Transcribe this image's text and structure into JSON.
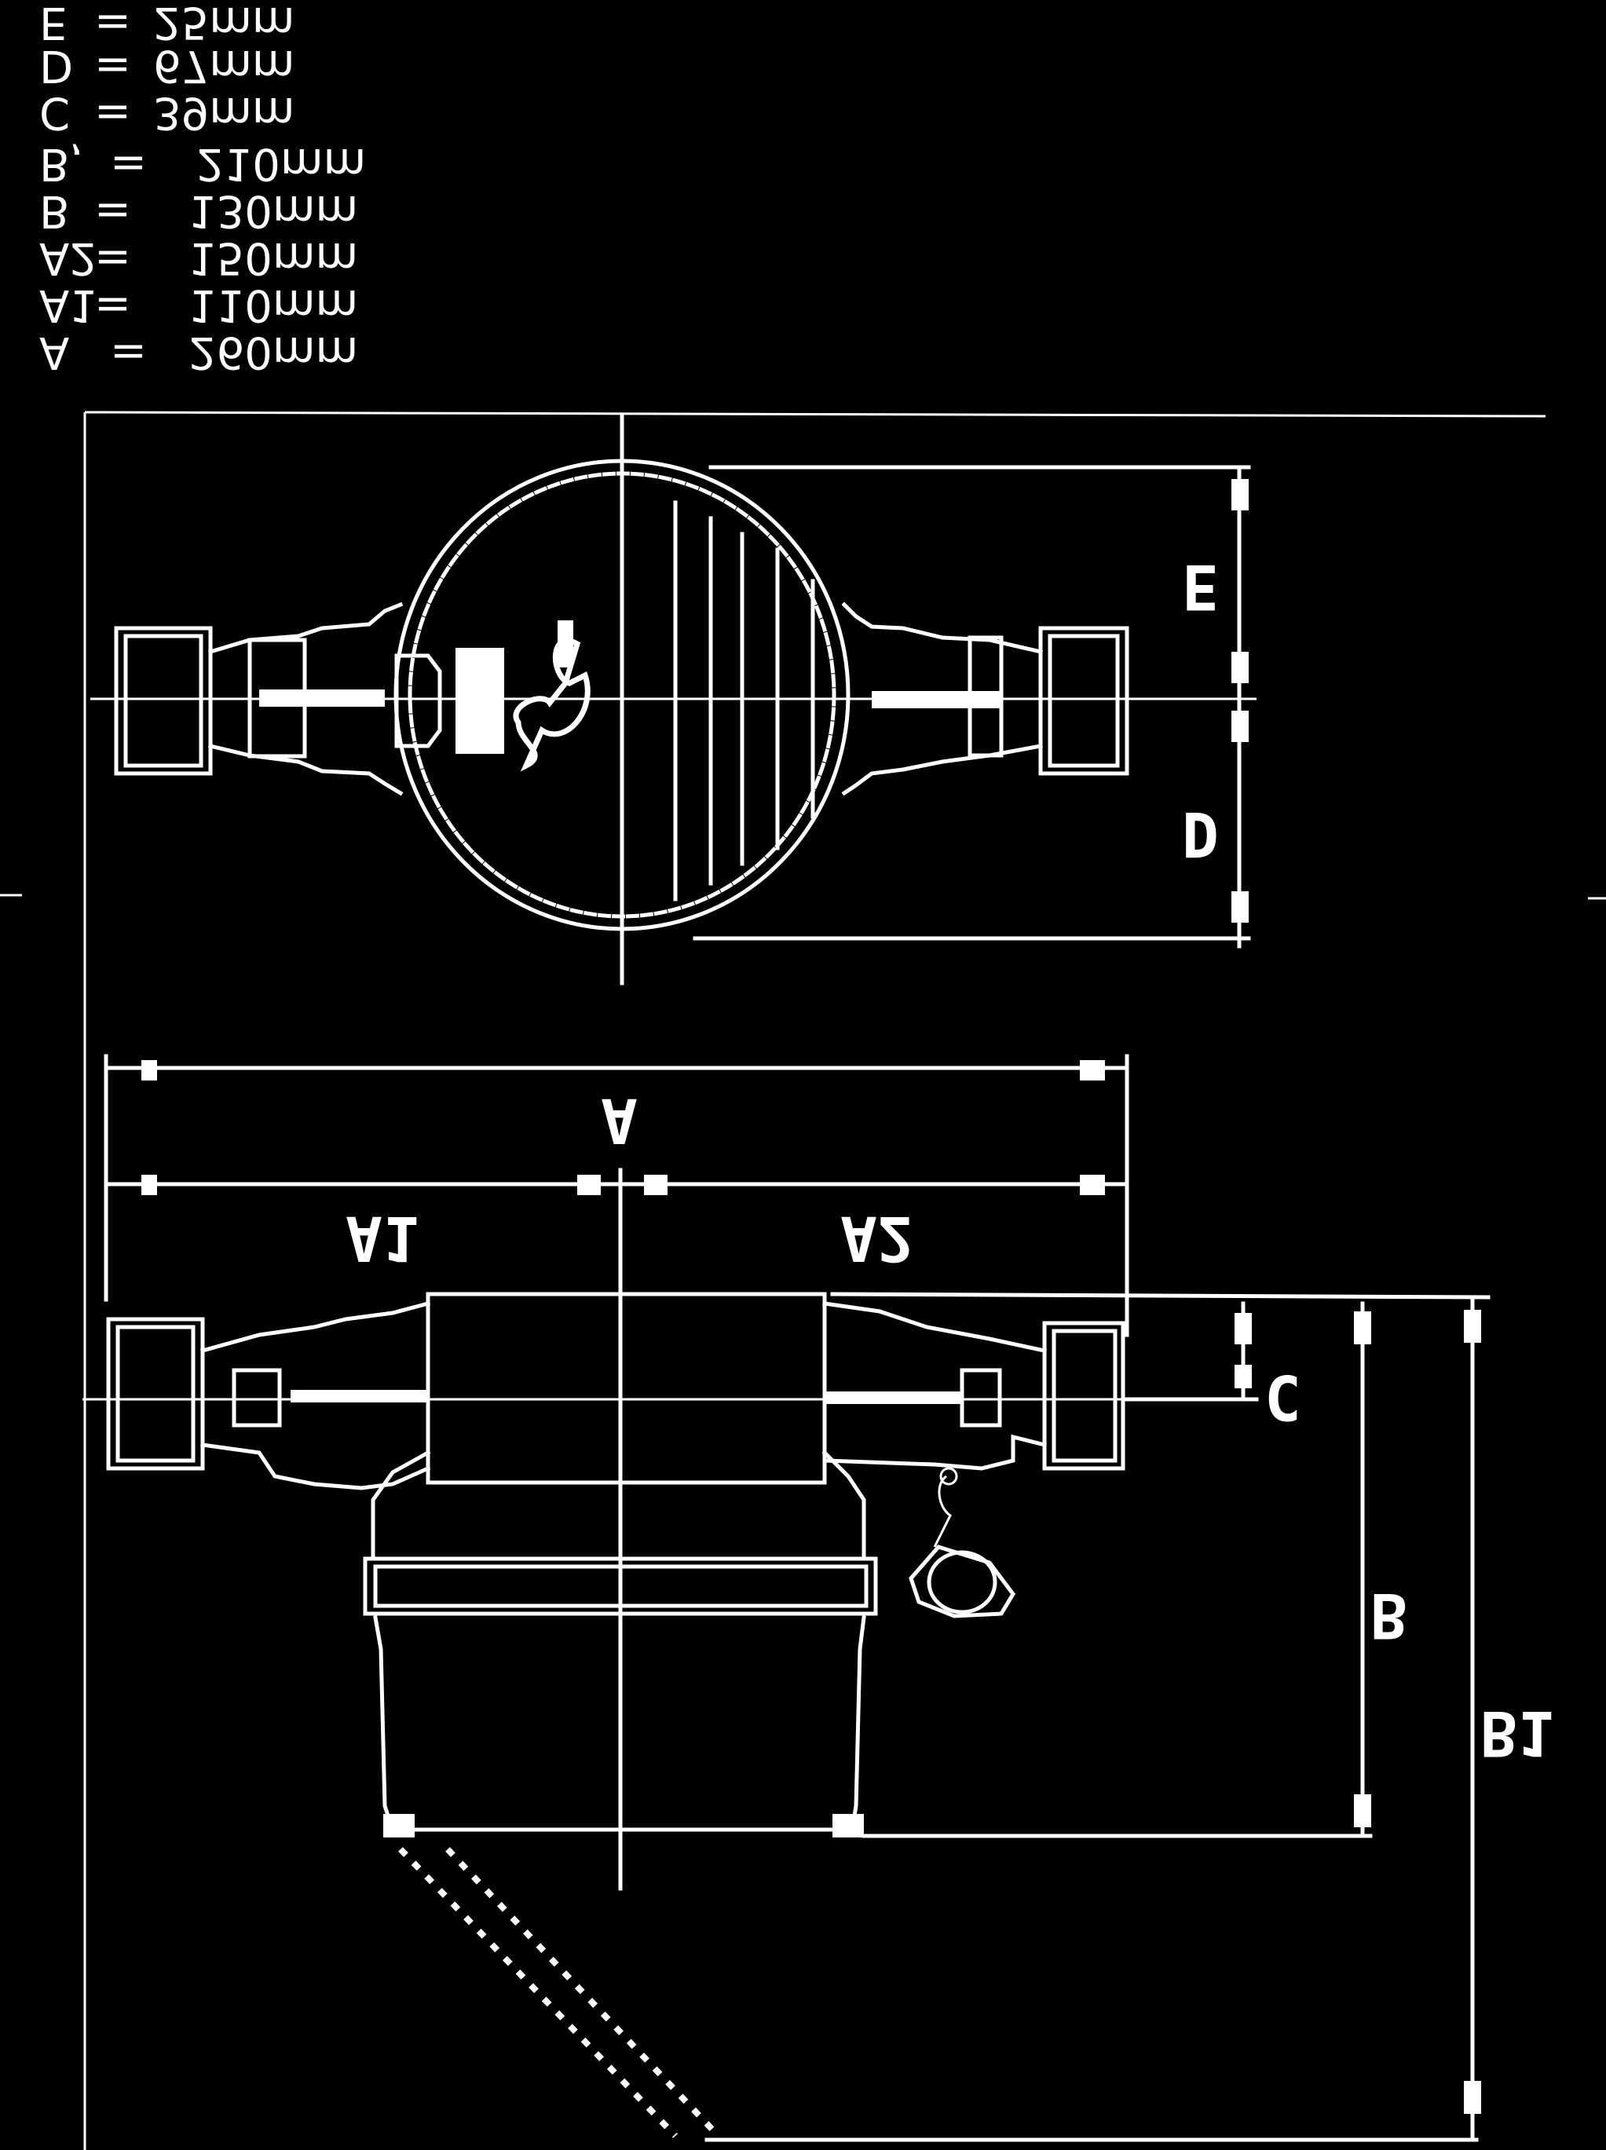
{
  "specs": [
    {
      "key": "E",
      "eq": "=",
      "value": "25mm"
    },
    {
      "key": "D",
      "eq": "=",
      "value": "67mm"
    },
    {
      "key": "C",
      "eq": "=",
      "value": "39mm"
    },
    {
      "key": "B,",
      "eq": "=",
      "value": "210mm"
    },
    {
      "key": "B",
      "eq": "=",
      "value": "130mm"
    },
    {
      "key": "A2",
      "eq": "=",
      "value": "150mm"
    },
    {
      "key": "A1",
      "eq": "=",
      "value": "110mm"
    },
    {
      "key": "A",
      "eq": "=",
      "value": "260mm"
    }
  ],
  "labels": {
    "E": "E",
    "D": "D",
    "A": "A",
    "A1": "A1",
    "A2": "A2",
    "C": "C",
    "B": "B",
    "B1": "B1"
  },
  "colors": {
    "background": "#000000",
    "line": "#ffffff"
  }
}
